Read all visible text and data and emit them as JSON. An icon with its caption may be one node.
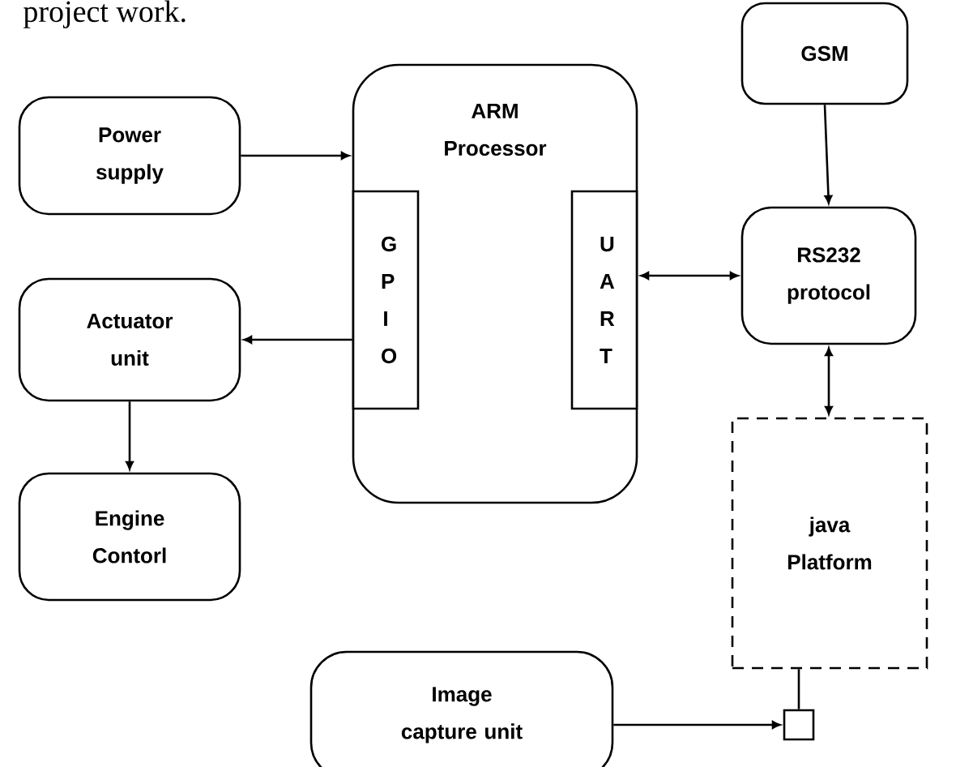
{
  "diagram": {
    "nodes": [
      {
        "text": [
          "Power supply"
        ]
      },
      {
        "text": [
          "ARM Processor"
        ]
      },
      {
        "text": [
          "G P I O"
        ],
        "in": 1
      },
      {
        "text": [
          "U A R T"
        ],
        "in": 1
      },
      {
        "text": [
          "GSM"
        ]
      },
      {
        "text": [
          "RS232 protocol"
        ]
      },
      {
        "text": [
          "Actuator unit"
        ]
      },
      {
        "text": [
          "Engine Contorl"
        ]
      },
      {
        "text": [
          "java Platform"
        ]
      },
      {
        "text": [
          "Image capture unit"
        ]
      },
      {
        "text": [],
        "shape": "box"
      }
    ],
    "edges": [
      {
        "from": 0,
        "to": 1,
        "arrow": "to"
      },
      {
        "from": 2,
        "to": 6,
        "arrow": "to"
      },
      {
        "from": 6,
        "to": 7,
        "arrow": "to"
      },
      {
        "from": 4,
        "to": 5,
        "arrow": "to"
      },
      {
        "from": 3,
        "to": 5,
        "arrow": "both"
      },
      {
        "from": 5,
        "to": 8,
        "arrow": "both"
      },
      {
        "from": 8,
        "to": 10,
        "arrow": "none"
      },
      {
        "from": 9,
        "to": 10,
        "arrow": "to"
      }
    ],
    "labels": [
      "project work."
    ]
  }
}
